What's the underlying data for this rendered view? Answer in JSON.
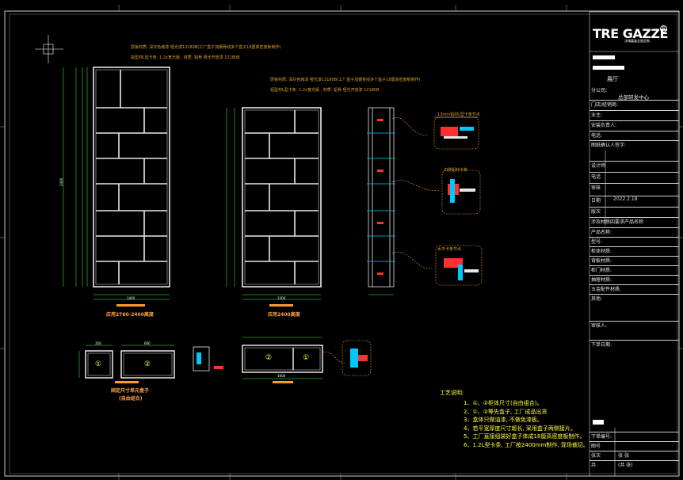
{
  "title_block": {
    "logo": "TRE GAZZE",
    "logo_sub": "法瑞嘉姿全屋定制",
    "project_value": "展厅",
    "branch_label": "分公司:",
    "branch_value": "总部研发中心",
    "rows": [
      {
        "label": "门店/经销商:",
        "value": ""
      },
      {
        "label": "业主:",
        "value": ""
      },
      {
        "label": "安装负责人:",
        "value": ""
      },
      {
        "label": "电话:",
        "value": ""
      },
      {
        "label": "图纸确认人签字:",
        "value": ""
      },
      {
        "label": "设计师",
        "value": ""
      },
      {
        "label": "电话",
        "value": ""
      },
      {
        "label": "审核",
        "value": ""
      },
      {
        "label": "日期",
        "value": "2022.2.18"
      },
      {
        "label": "版次",
        "value": ""
      },
      {
        "label": "涉及材质四要求产品名称",
        "value": ""
      },
      {
        "label": "产品名称:",
        "value": ""
      },
      {
        "label": "型号:",
        "value": ""
      },
      {
        "label": "柜体材质:",
        "value": ""
      },
      {
        "label": "背板材质:",
        "value": ""
      },
      {
        "label": "柜门材质:",
        "value": ""
      },
      {
        "label": "抽屉材质:",
        "value": ""
      },
      {
        "label": "五金配件材质:",
        "value": ""
      },
      {
        "label": "其他:",
        "value": ""
      },
      {
        "label": "审核人:",
        "value": ""
      },
      {
        "label": "下单日期:",
        "value": ""
      },
      {
        "label": "下单编号:",
        "value": ""
      },
      {
        "label": "图号",
        "value": ""
      },
      {
        "label": "张次",
        "value": "张 张"
      },
      {
        "label": "共",
        "value": "(共 张)"
      }
    ]
  },
  "captions": {
    "left_cabinet": "应用2760-2400高度",
    "mid_cabinet": "应用2400高度",
    "boxes": "固定尺寸单元盒子",
    "boxes_sub": "(自由组合)",
    "box_label_1": "①",
    "box_label_2": "②"
  },
  "annotations": {
    "top_left_1": "层板材质: 深灰色烤漆  哑光漆13180B(工厂盒子加钢骨线多个盒子18厘高密度板制作)",
    "top_left_2": "铝型材L型卡条: 1.2x宽光版 , 材质: 铝骨 哑光开放漆 12180B",
    "top_mid_1": "层板材质: 深灰色烤漆  哑光漆13180B(工厂盒子加钢骨线多个盒子18厘高密度板制作)",
    "top_mid_2": "铝型材L型卡条: 1.2x宽光版 , 材质: 铝骨 哑光开放漆 12180B",
    "detail_1": "13mm铝材L型卡条节点",
    "detail_2": "内侧铝材卡条",
    "detail_3": "水平卡条节点"
  },
  "notes": {
    "title": "工艺说明:",
    "items": [
      "1、①、②柜体尺寸(自由组合)。",
      "2、①、②等先盒子, 工厂成品出货",
      "3、盒体只做油漆, 不做免漆板。",
      "4、若平宽厚度尺寸超长, 采用盒子两侧接片。",
      "5、工厂直接组装好盒子体成18厘高密度板制作。",
      "6、1.2L型卡条, 工厂按2400mm制作, 现场裁切。"
    ]
  },
  "dims": {
    "left_height": "2400",
    "left_width": "1400",
    "mid_width": "1200",
    "bottom_total": "1000",
    "box1_w": "350",
    "box2_w": "600"
  },
  "colors": {
    "frame": "#ffffff",
    "cabinet": "#e8e8e8",
    "dim_green": "#3cff3c",
    "dim_cyan": "#00c8ff",
    "accent_orange": "#ff9a30",
    "red": "#ff3030",
    "yellow": "#ffff3c"
  }
}
